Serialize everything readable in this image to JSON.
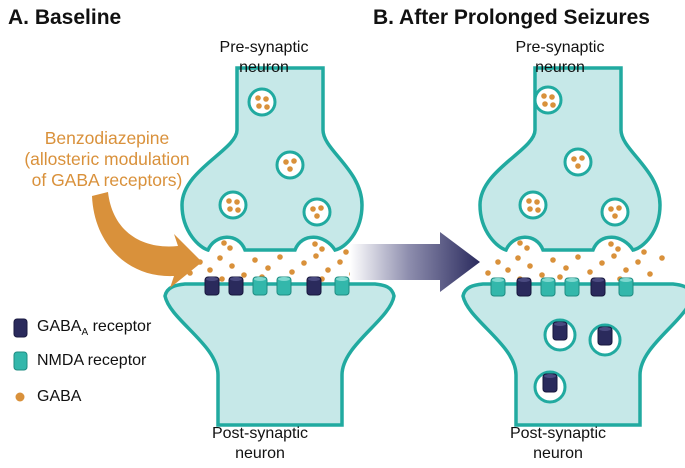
{
  "panels": {
    "a_title": "A. Baseline",
    "b_title": "B. After Prolonged Seizures"
  },
  "labels": {
    "pre_line1": "Pre-synaptic",
    "pre_line2": "neuron",
    "post_line1": "Post-synaptic",
    "post_line2": "neuron"
  },
  "annotation": {
    "line1": "Benzodiazepine",
    "line2": "(allosteric modulation",
    "line3": "of GABA receptors)"
  },
  "legend": {
    "gabaa_prefix": "GABA",
    "gabaa_sub": "A",
    "gabaa_suffix": " receptor",
    "nmda": "NMDA receptor",
    "gaba": "GABA"
  },
  "colors": {
    "neuron_fill": "#c6e8e8",
    "neuron_stroke": "#21aaa0",
    "gabaa": "#2a2a5c",
    "nmda": "#33b7ab",
    "gaba": "#d9913b",
    "arrow_dark": "#2b2b5e"
  },
  "synapses": {
    "a_receptors": [
      "gabaa",
      "gabaa",
      "nmda",
      "nmda",
      "gabaa",
      "nmda"
    ],
    "b_receptors": [
      "nmda",
      "gabaa",
      "nmda",
      "nmda",
      "gabaa",
      "nmda"
    ],
    "b_internalized": [
      "gabaa",
      "gabaa",
      "gabaa"
    ]
  }
}
